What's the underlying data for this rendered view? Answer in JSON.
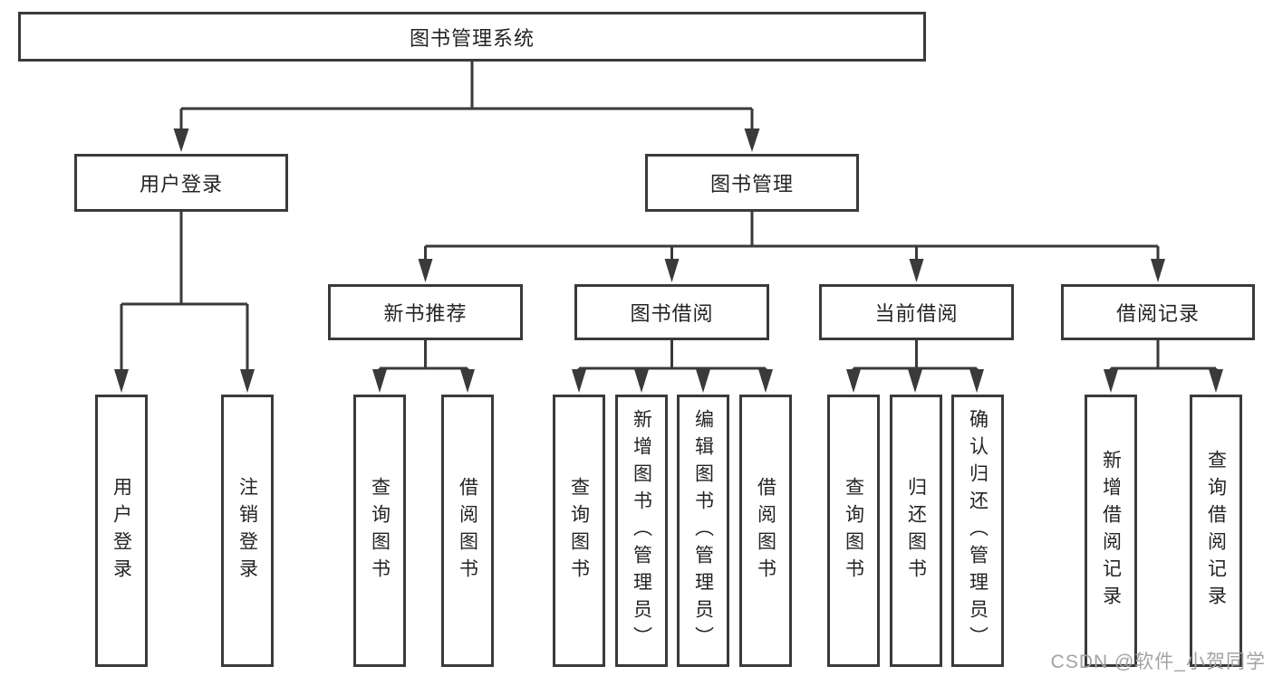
{
  "diagram": {
    "root": "图书管理系统",
    "branches": [
      {
        "label": "用户登录",
        "children": [
          {
            "label": "用户登录"
          },
          {
            "label": "注销登录"
          }
        ]
      },
      {
        "label": "图书管理",
        "children": [
          {
            "label": "新书推荐",
            "children": [
              {
                "label": "查询图书"
              },
              {
                "label": "借阅图书"
              }
            ]
          },
          {
            "label": "图书借阅",
            "children": [
              {
                "label": "查询图书"
              },
              {
                "label": "新增图书（管理员）"
              },
              {
                "label": "编辑图书（管理员）"
              },
              {
                "label": "借阅图书"
              }
            ]
          },
          {
            "label": "当前借阅",
            "children": [
              {
                "label": "查询图书"
              },
              {
                "label": "归还图书"
              },
              {
                "label": "确认归还（管理员）"
              }
            ]
          },
          {
            "label": "借阅记录",
            "children": [
              {
                "label": "新增借阅记录"
              },
              {
                "label": "查询借阅记录"
              }
            ]
          }
        ]
      }
    ]
  },
  "watermark": {
    "text": "CSDN @软件_小贺同学"
  },
  "colors": {
    "line": "#3a3a3a",
    "text": "#242424",
    "watermark": "#a3a3a3",
    "background": "#ffffff"
  }
}
